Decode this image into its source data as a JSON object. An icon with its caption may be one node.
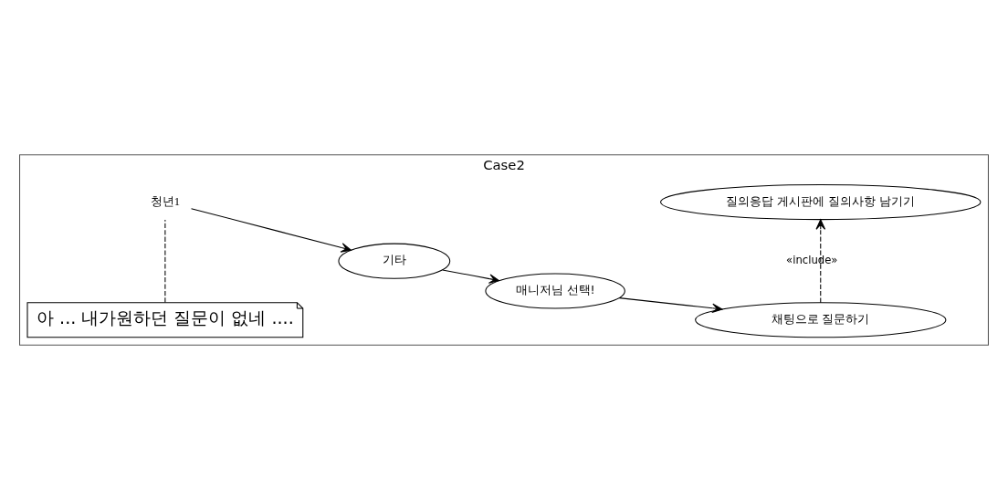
{
  "diagram": {
    "nodes": [
      {
        "text": [
          "Case2"
        ]
      },
      {
        "text": [
          "아 ... 내가원하던 질문이 없네 ...."
        ],
        "in": 0
      },
      {
        "text": [
          "청년1"
        ],
        "in": 0
      },
      {
        "text": [
          "기타"
        ],
        "in": 0
      },
      {
        "text": [
          "매니저님 선택!"
        ],
        "in": 0
      },
      {
        "text": [
          "채팅으로 질문하기"
        ],
        "in": 0
      },
      {
        "text": [
          "질의응답 게시판에 질의사항 남기기"
        ],
        "in": 0
      }
    ],
    "edges": [
      {
        "from": 1,
        "to": 2,
        "arrow": "none",
        "style": "dashed"
      },
      {
        "from": 2,
        "to": 3,
        "arrow": "to"
      },
      {
        "from": 3,
        "to": 4,
        "arrow": "to"
      },
      {
        "from": 4,
        "to": 5,
        "arrow": "to"
      },
      {
        "from": 5,
        "to": 6,
        "arrow": "to",
        "style": "dashed",
        "label": "«include»"
      }
    ]
  }
}
